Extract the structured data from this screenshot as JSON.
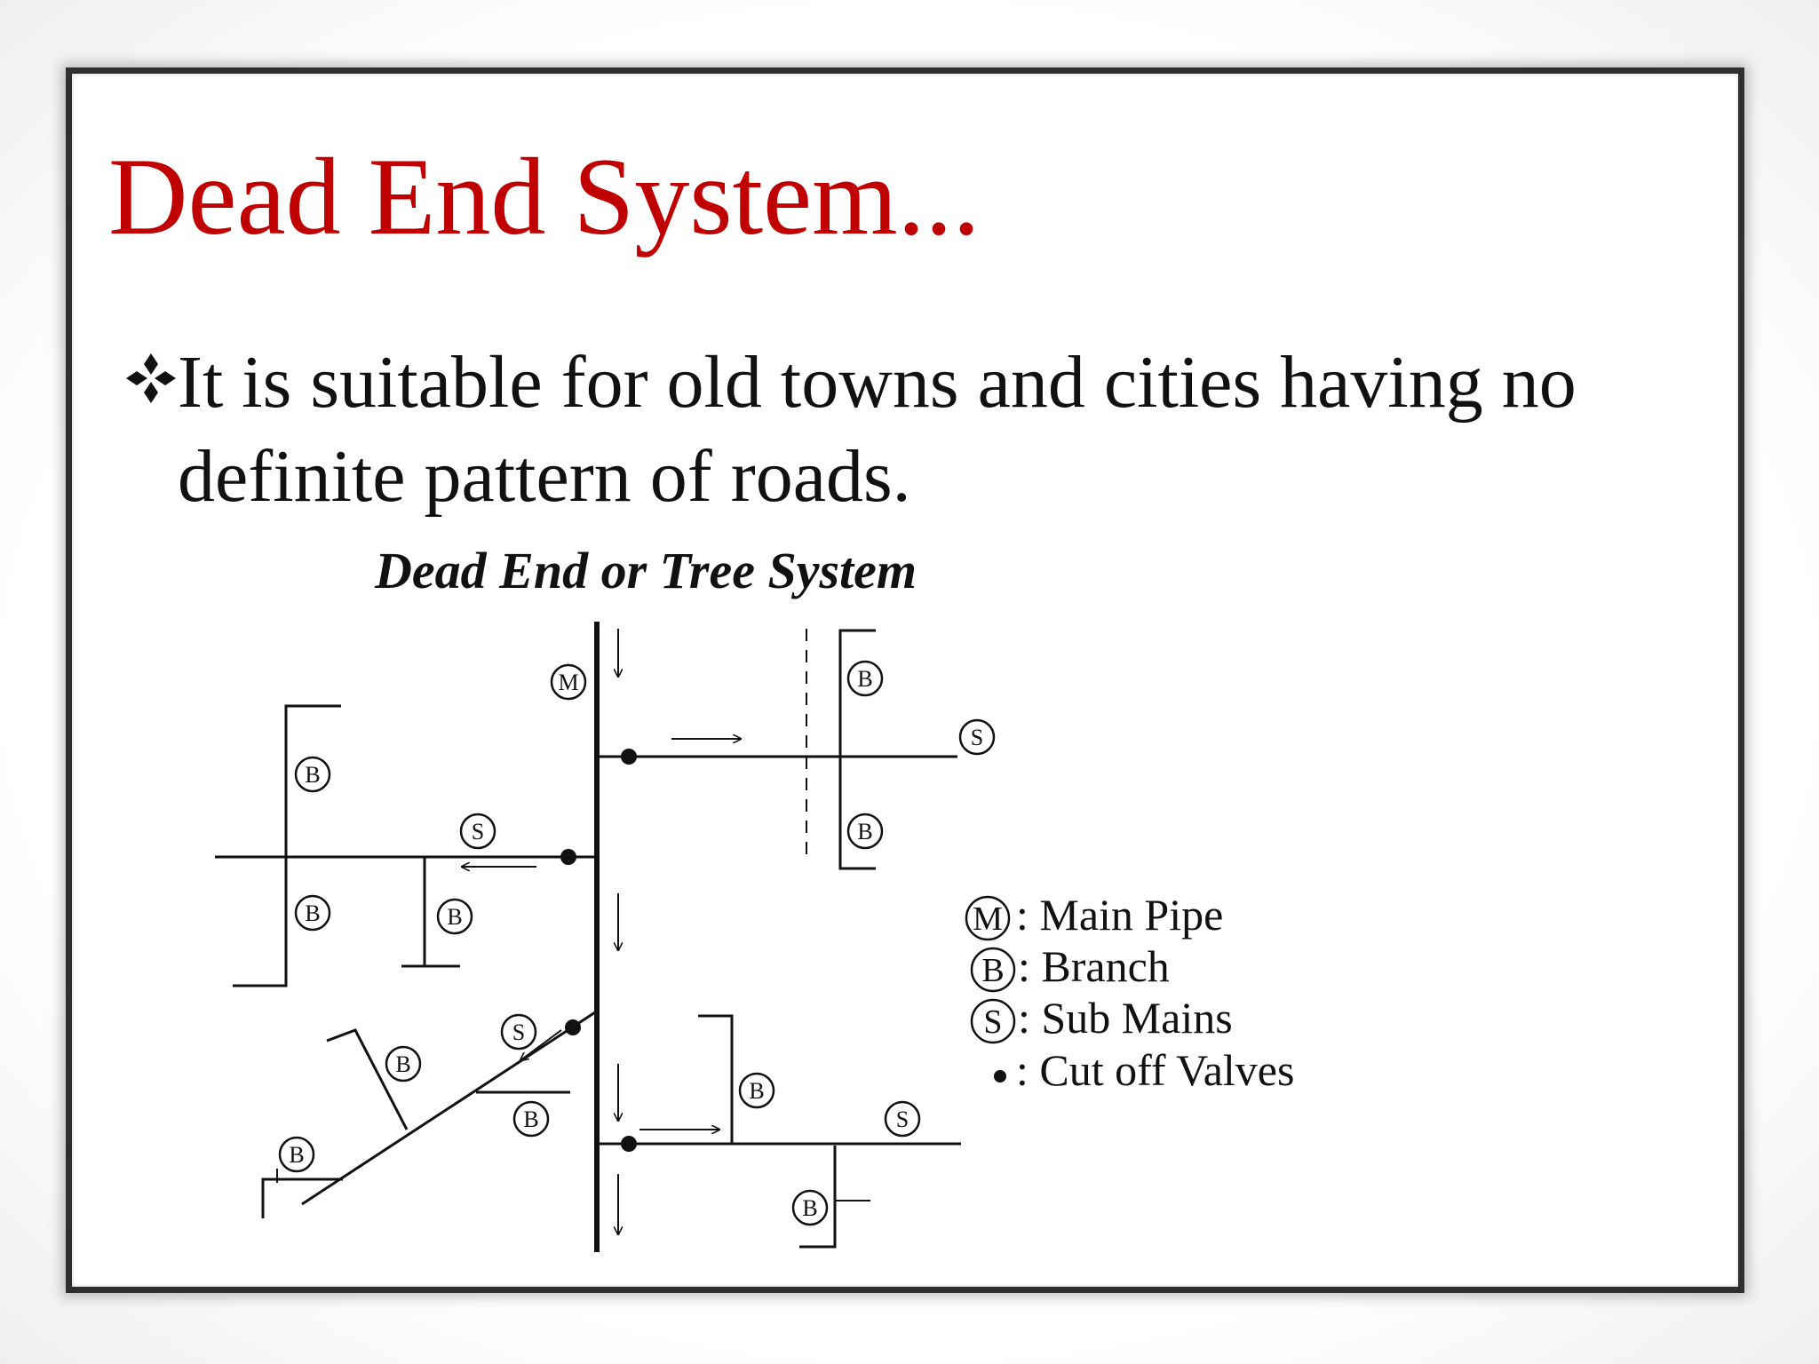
{
  "slide": {
    "title": "Dead End System...",
    "bullet_text": "It is suitable for old towns and cities having no definite pattern of roads.",
    "title_color": "#c00000"
  },
  "diagram": {
    "heading": "Dead End or Tree System",
    "marker_letters": {
      "main": "M",
      "branch": "B",
      "sub": "S"
    },
    "legend": [
      {
        "symbol": "M",
        "label": ": Main Pipe"
      },
      {
        "symbol": "B",
        "label": ": Branch"
      },
      {
        "symbol": "S",
        "label": ": Sub Mains"
      },
      {
        "symbol": "dot",
        "label": ": Cut off Valves"
      }
    ]
  }
}
